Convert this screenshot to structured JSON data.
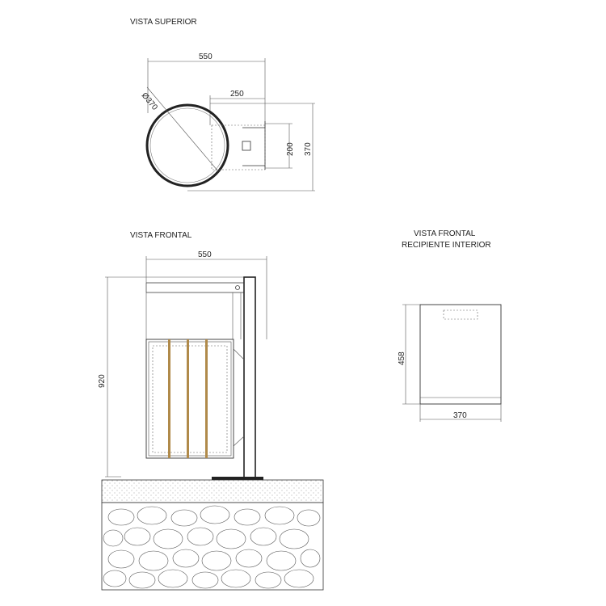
{
  "views": {
    "top": {
      "title": "VISTA SUPERIOR",
      "dim_width": "550",
      "dim_inner": "250",
      "dim_diameter": "Ø370",
      "dim_bracket": "200",
      "dim_depth": "370"
    },
    "front": {
      "title": "VISTA FRONTAL",
      "dim_width": "550",
      "dim_height": "920"
    },
    "inner": {
      "title_line1": "VISTA FRONTAL",
      "title_line2": "RECIPIENTE INTERIOR",
      "dim_height": "458",
      "dim_width": "370"
    }
  },
  "colors": {
    "slat": "#b08a4a",
    "line": "#333333"
  }
}
